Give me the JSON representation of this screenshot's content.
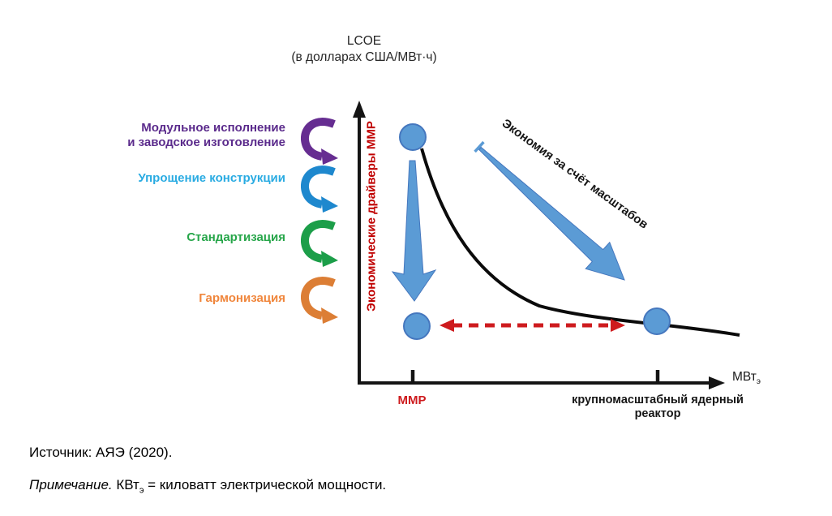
{
  "figure": {
    "title_line1": "LCOE",
    "title_line2": "(в долларах США/МВт·ч)",
    "y_axis_label": "Экономические драйверы ММР",
    "scale_annotation": "Экономия за счёт масштабов",
    "x_unit": "МВт",
    "x_unit_sub": "э",
    "x_tick_smr": "ММР",
    "x_tick_large": "крупномасштабный ядерный реактор"
  },
  "drivers": [
    {
      "label": "Модульное исполнение\nи заводское изготовление",
      "color": "#5B2B8C",
      "arrow_color": "#662D91"
    },
    {
      "label": "Упрощение конструкции",
      "color": "#29ABE2",
      "arrow_color": "#1E88CE"
    },
    {
      "label": "Стандартизация",
      "color": "#27A64A",
      "arrow_color": "#1C9E49"
    },
    {
      "label": "Гармонизация",
      "color": "#F0863C",
      "arrow_color": "#DC7E35"
    }
  ],
  "footer": {
    "source": "Источник: АЯЭ (2020).",
    "note_lead": "Примечание.",
    "note_kw": " КВт",
    "note_sub": "э",
    "note_rest": " = киловатт электрической мощности."
  },
  "colors": {
    "blue": "#5B9BD5",
    "blue_border": "#4577BE",
    "red_dark": "#C00000",
    "red_bright": "#CE1B1E",
    "ink": "#141414"
  },
  "chart_data": {
    "type": "line",
    "qualitative": true,
    "title": "LCOE (в долларах США/МВт·ч)",
    "xlabel": "МВтэ",
    "ylabel": "LCOE (в долларах США/МВт·ч)",
    "x_ticks": [
      "ММР",
      "крупномасштабный ядерный реактор"
    ],
    "series": [
      {
        "name": "кривая LCOE (экономия за счёт масштабов)",
        "x_norm": [
          0.17,
          0.24,
          0.33,
          0.5,
          0.82,
          1.0
        ],
        "y_norm": [
          0.97,
          0.66,
          0.42,
          0.21,
          0.09,
          0.05
        ]
      }
    ],
    "markers_norm": [
      {
        "name": "ММР на кривой (высокий LCOE)",
        "x": 0.15,
        "y": 1.02
      },
      {
        "name": "ММР со снижением (низкий LCOE)",
        "x": 0.16,
        "y": 0.23
      },
      {
        "name": "крупномасштабный ядерный реактор на кривой",
        "x": 0.83,
        "y": 0.26
      }
    ],
    "annotations": [
      "Экономия за счёт масштабов",
      "Экономические драйверы ММР"
    ],
    "axis_numeric": false,
    "grid": false
  }
}
